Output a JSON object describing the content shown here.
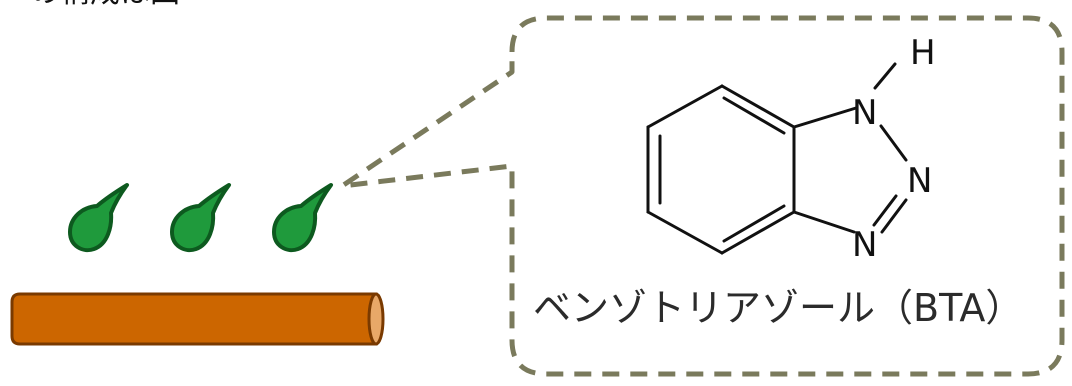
{
  "heading_partial": "ーの構成は図",
  "molecule": {
    "atoms": {
      "h": "H",
      "n1": "N",
      "n2": "N",
      "n3": "N"
    },
    "caption": "ベンゾトリアゾール（BTA）"
  },
  "colors": {
    "droplet_fill": "#1f9a3c",
    "droplet_stroke": "#0d5a1f",
    "pipe_fill": "#cc6600",
    "pipe_stroke": "#7a3a00",
    "callout_dash": "#7a7a5c"
  }
}
